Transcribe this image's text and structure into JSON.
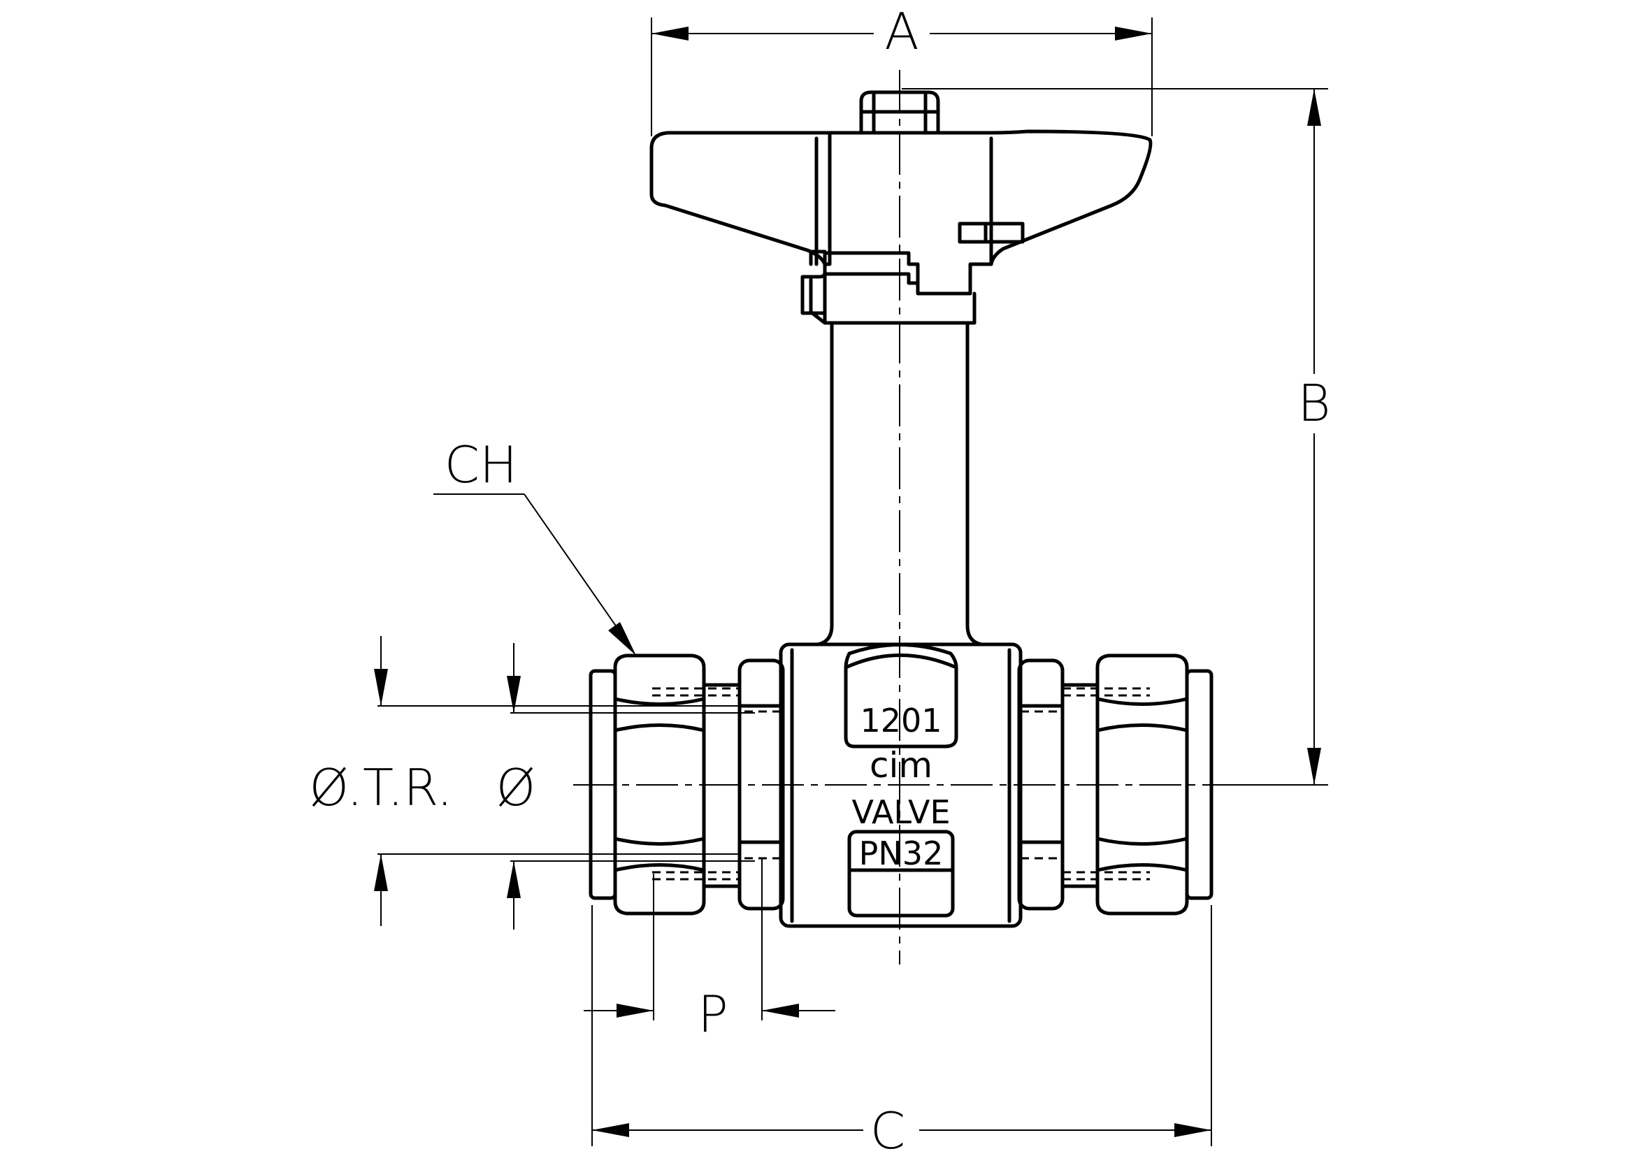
{
  "dimensions": {
    "a": "A",
    "b": "B",
    "c": "C",
    "p": "P",
    "ch": "CH",
    "otr": "Ø.T.R.",
    "dia": "Ø"
  },
  "body_markings": {
    "code": "1201",
    "logo": "cim",
    "word": "VALVE",
    "pressure": "PN32"
  }
}
